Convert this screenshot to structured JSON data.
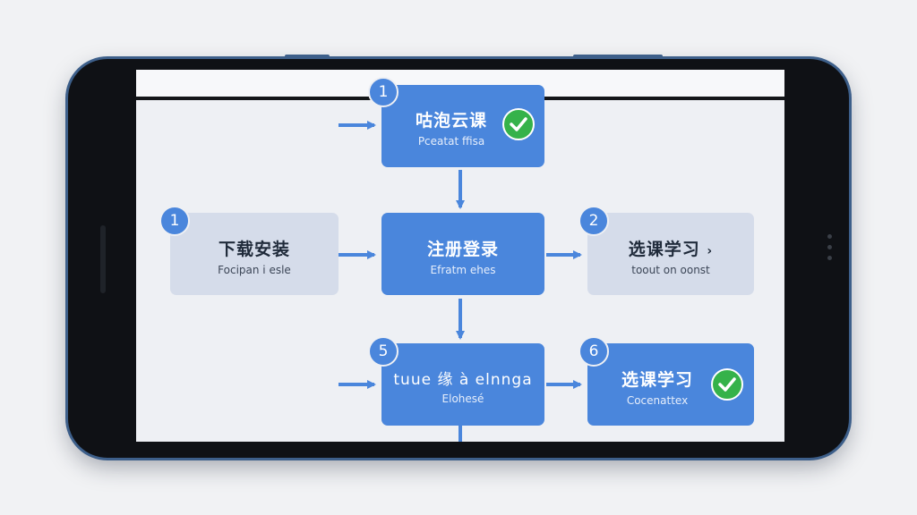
{
  "diagram": {
    "nodes": [
      {
        "id": "n1",
        "badge": "1",
        "title": "咕泡云课",
        "subtitle": "Pceatat ffisa",
        "style": "blue",
        "checked": true
      },
      {
        "id": "n2",
        "badge": "1",
        "title": "下载安装",
        "subtitle": "Focipan i esle",
        "style": "grey",
        "checked": false
      },
      {
        "id": "n3",
        "badge": "",
        "title": "注册登录",
        "subtitle": "Efratm ehes",
        "style": "blue",
        "checked": false
      },
      {
        "id": "n4",
        "badge": "2",
        "title": "选课学习",
        "subtitle": "toout on oonst",
        "style": "grey",
        "checked": false
      },
      {
        "id": "n5",
        "badge": "5",
        "title": "tuue 缘 à elnnga",
        "subtitle": "Elohesé",
        "style": "blue",
        "checked": false
      },
      {
        "id": "n6",
        "badge": "6",
        "title": "选课学习",
        "subtitle": "Cocenattex",
        "style": "blue",
        "checked": true
      }
    ],
    "n4_suffix": "›",
    "colors": {
      "primary": "#4a86dc",
      "secondary": "#d5dcea",
      "check": "#35b24a",
      "frame": "#3d5f8a"
    }
  }
}
